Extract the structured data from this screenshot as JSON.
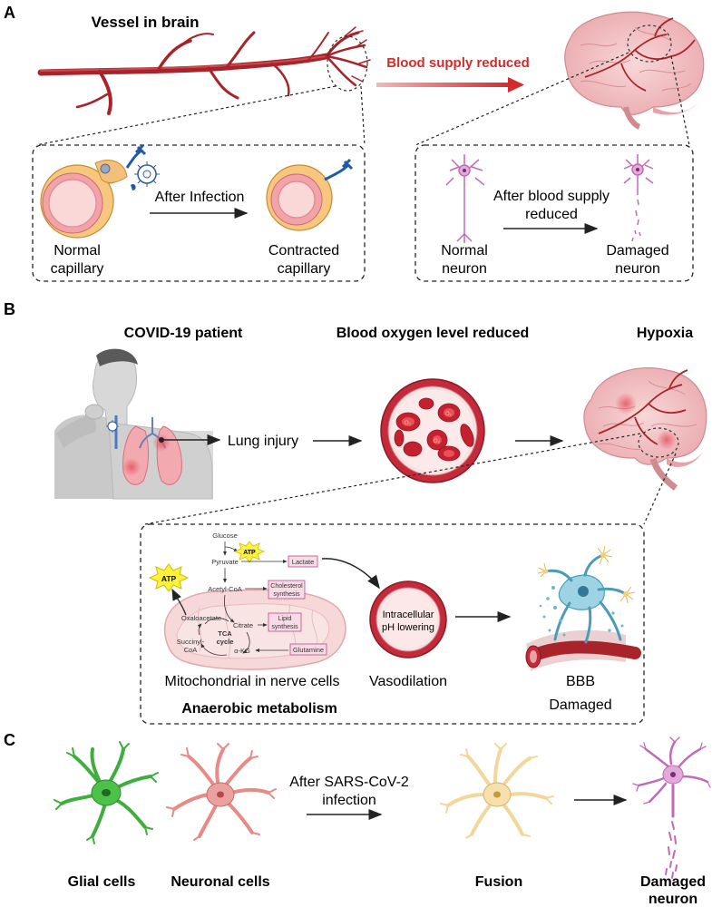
{
  "panel_a": {
    "letter": "A",
    "vessel_title": "Vessel in brain",
    "arrow_label": "Blood supply reduced",
    "infection_label": "After Infection",
    "normal_capillary": [
      "Normal",
      "capillary"
    ],
    "contracted_capillary": [
      "Contracted",
      "capillary"
    ],
    "blood_supply_label": [
      "After blood supply",
      "reduced"
    ],
    "normal_neuron": [
      "Normal",
      "neuron"
    ],
    "damaged_neuron": [
      "Damaged",
      "neuron"
    ]
  },
  "panel_b": {
    "letter": "B",
    "covid_title": "COVID-19 patient",
    "oxygen_title": "Blood oxygen level reduced",
    "hypoxia_title": "Hypoxia",
    "lung_injury": "Lung injury",
    "o2_label": "O₂",
    "metabolism": {
      "glucose": "Glucose",
      "atp": "ATP",
      "pyruvate": "Pyruvate",
      "lactate": "Lactate",
      "acetyl_coa": "Acetyl-CoA",
      "cholesterol": [
        "Cholesterol",
        "synthesis"
      ],
      "citrate": "Citrate",
      "lipid": [
        "Lipid",
        "synthesis"
      ],
      "oxaloacetate": "Oxaloacetate",
      "tca": [
        "TCA",
        "cycle"
      ],
      "succinyl": [
        "Succinyl-",
        "CoA"
      ],
      "akg": "α-KG",
      "glutamine": "Glutamine"
    },
    "intracellular": [
      "Intracellular",
      "pH lowering"
    ],
    "mito_label": "Mitochondrial in nerve cells",
    "anaerobic": "Anaerobic metabolism",
    "vasodilation": "Vasodilation",
    "bbb": "BBB",
    "bbb_damaged": "Damaged"
  },
  "panel_c": {
    "letter": "C",
    "infection_label": [
      "After SARS-CoV-2",
      "infection"
    ],
    "glial": "Glial cells",
    "neuronal": "Neuronal cells",
    "fusion": "Fusion",
    "damaged": [
      "Damaged",
      "neuron"
    ]
  },
  "colors": {
    "vessel": "#a8242a",
    "accent_red": "#d42a2a",
    "brain": "#f4c6c8",
    "capillary_outer": "#f7c77f",
    "capillary_inner": "#f2a3a8",
    "neuron_purple": "#c06ab8",
    "glial_green": "#4cc24a",
    "neuronal_pink": "#e88a86",
    "fusion_yellow": "#f3d79a",
    "mito_pink": "#f6d8d8",
    "label_box": "#c0468a"
  }
}
